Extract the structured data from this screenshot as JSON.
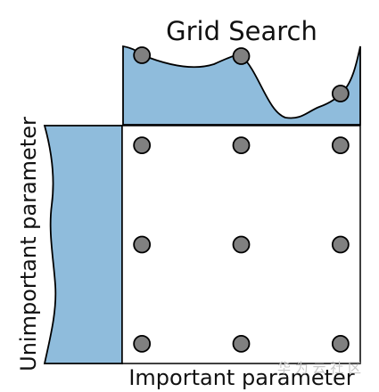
{
  "title": "Grid Search",
  "xlabel": "Important parameter",
  "ylabel": "Unimportant parameter",
  "watermark": "华 为 云 社 区",
  "colors": {
    "fill": "#8fbcdc",
    "point": "#808080",
    "stroke": "#000000",
    "background": "#ffffff"
  },
  "grid": {
    "levels": [
      0.083,
      0.5,
      0.917
    ]
  }
}
